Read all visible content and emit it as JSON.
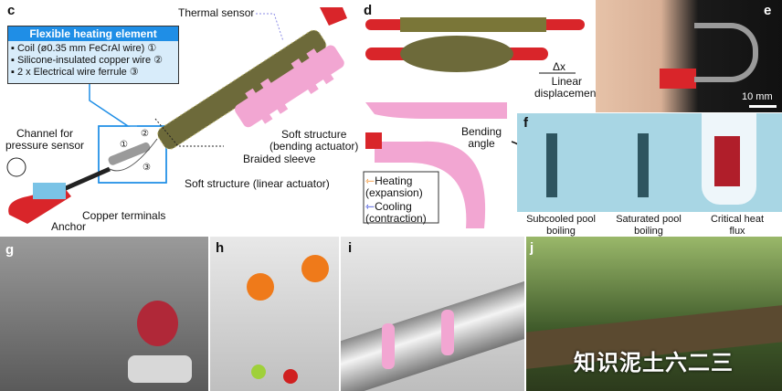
{
  "panels": {
    "c": "c",
    "d": "d",
    "e": "e",
    "f": "f",
    "g": "g",
    "h": "h",
    "i": "i",
    "j": "j"
  },
  "c": {
    "box_title": "Flexible heating element",
    "items": [
      "▪ Coil (ø0.35 mm FeCrAl wire) ①",
      "▪ Silicone-insulated copper wire ②",
      "▪ 2 x Electrical wire ferrule ③"
    ],
    "thermal_sensor": "Thermal sensor",
    "channel": "Channel for\npressure sensor",
    "soft_bending": "Soft structure\n(bending actuator)",
    "braided": "Braided sleeve",
    "soft_linear": "Soft structure (linear actuator)",
    "copper": "Copper terminals",
    "anchor": "Anchor",
    "markers": [
      "①",
      "②",
      "③"
    ],
    "accent": "#1f8ee6"
  },
  "d": {
    "delta": "Δx",
    "linear": "Linear\ndisplacement",
    "bending": "Bending\nangle",
    "legend": [
      {
        "label": "Heating\n(expansion)",
        "color": "#f08a24"
      },
      {
        "label": "Cooling\n(contraction)",
        "color": "#2a3bd6"
      }
    ]
  },
  "e": {
    "scale": "10 mm"
  },
  "f": {
    "captions": [
      "Subcooled pool\nboiling",
      "Saturated pool\nboiling",
      "Critical heat\nflux"
    ]
  },
  "watermark": "知识泥土六二三"
}
